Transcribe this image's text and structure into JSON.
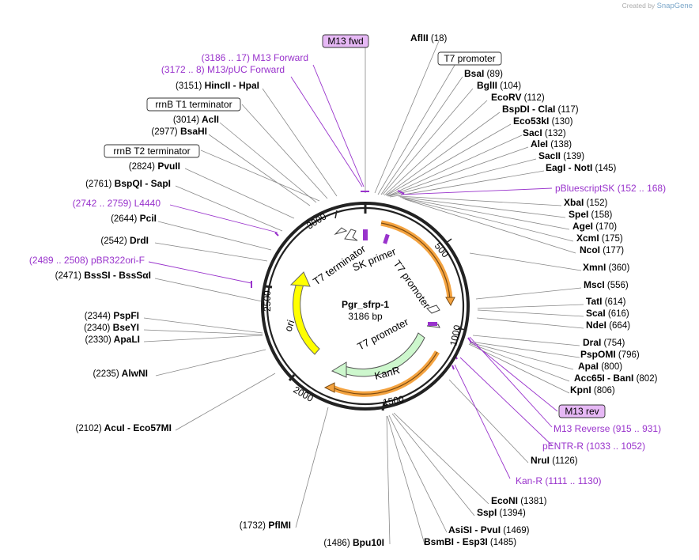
{
  "credit": {
    "prefix": "Created by",
    "brand": "SnapGene"
  },
  "plasmid": {
    "name": "Pgr_sfrp-1",
    "length": "3186 bp"
  },
  "ticks": [
    "500",
    "1000",
    "1500",
    "2000",
    "2500",
    "3000"
  ],
  "features": {
    "t7_terminator": "T7 terminator",
    "sk_primer": "SK primer",
    "t7_promoter_top": "T7 promoter",
    "t7_promoter_bottom": "T7 promoter",
    "ori": "ori",
    "kanr": "KanR"
  },
  "boxed": {
    "m13_fwd": "M13 fwd",
    "t7_promoter": "T7 promoter",
    "rrnb_t1": "rrnB T1 terminator",
    "rrnb_t2": "rrnB T2 terminator",
    "m13_rev": "M13 rev"
  },
  "colors": {
    "primer": "#9933cc",
    "orange": "#f4a340",
    "yellow": "#ffff00",
    "green": "#cdf7cd",
    "ring": "#222222"
  },
  "left_sites": [
    {
      "pos": "(3151)",
      "enz": "HincII",
      "sep": "-",
      "enz2": "HpaI"
    },
    {
      "pos": "(3014)",
      "enz": "AclI",
      "sep": "",
      "enz2": ""
    },
    {
      "pos": "(2977)",
      "enz": "BsaHI",
      "sep": "",
      "enz2": ""
    },
    {
      "pos": "(2824)",
      "enz": "PvuII",
      "sep": "",
      "enz2": ""
    },
    {
      "pos": "(2761)",
      "enz": "BspQI",
      "sep": "-",
      "enz2": "SapI"
    },
    {
      "pos": "(2644)",
      "enz": "PciI",
      "sep": "",
      "enz2": ""
    },
    {
      "pos": "(2542)",
      "enz": "DrdI",
      "sep": "",
      "enz2": ""
    },
    {
      "pos": "(2471)",
      "enz": "BssSI",
      "sep": "-",
      "enz2": "BssSαI"
    },
    {
      "pos": "(2344)",
      "enz": "PspFI",
      "sep": "",
      "enz2": ""
    },
    {
      "pos": "(2340)",
      "enz": "BseYI",
      "sep": "",
      "enz2": ""
    },
    {
      "pos": "(2330)",
      "enz": "ApaLI",
      "sep": "",
      "enz2": ""
    },
    {
      "pos": "(2235)",
      "enz": "AlwNI",
      "sep": "",
      "enz2": ""
    },
    {
      "pos": "(2102)",
      "enz": "AcuI",
      "sep": "-",
      "enz2": "Eco57MI"
    },
    {
      "pos": "(1732)",
      "enz": "PflMI",
      "sep": "",
      "enz2": ""
    },
    {
      "pos": "(1486)",
      "enz": "Bpu10I",
      "sep": "",
      "enz2": ""
    }
  ],
  "left_primers": [
    {
      "range": "(3186 .. 17)",
      "name": "M13 Forward"
    },
    {
      "range": "(3172 .. 8)",
      "name": "M13/pUC Forward"
    },
    {
      "range": "(2742 .. 2759)",
      "name": "L4440"
    },
    {
      "range": "(2489 .. 2508)",
      "name": "pBR322ori-F"
    }
  ],
  "right_sites": [
    {
      "enz": "AflII",
      "sep": "",
      "enz2": "",
      "pos": "(18)"
    },
    {
      "enz": "BsaI",
      "sep": "",
      "enz2": "",
      "pos": "(89)"
    },
    {
      "enz": "BglII",
      "sep": "",
      "enz2": "",
      "pos": "(104)"
    },
    {
      "enz": "EcoRV",
      "sep": "",
      "enz2": "",
      "pos": "(112)"
    },
    {
      "enz": "BspDI",
      "sep": "-",
      "enz2": "ClaI",
      "pos": "(117)"
    },
    {
      "enz": "Eco53kI",
      "sep": "",
      "enz2": "",
      "pos": "(130)"
    },
    {
      "enz": "SacI",
      "sep": "",
      "enz2": "",
      "pos": "(132)"
    },
    {
      "enz": "AleI",
      "sep": "",
      "enz2": "",
      "pos": "(138)"
    },
    {
      "enz": "SacII",
      "sep": "",
      "enz2": "",
      "pos": "(139)"
    },
    {
      "enz": "EagI",
      "sep": "-",
      "enz2": "NotI",
      "pos": "(145)"
    },
    {
      "enz": "XbaI",
      "sep": "",
      "enz2": "",
      "pos": "(152)"
    },
    {
      "enz": "SpeI",
      "sep": "",
      "enz2": "",
      "pos": "(158)"
    },
    {
      "enz": "AgeI",
      "sep": "",
      "enz2": "",
      "pos": "(170)"
    },
    {
      "enz": "XcmI",
      "sep": "",
      "enz2": "",
      "pos": "(175)"
    },
    {
      "enz": "NcoI",
      "sep": "",
      "enz2": "",
      "pos": "(177)"
    },
    {
      "enz": "XmnI",
      "sep": "",
      "enz2": "",
      "pos": "(360)"
    },
    {
      "enz": "MscI",
      "sep": "",
      "enz2": "",
      "pos": "(556)"
    },
    {
      "enz": "TatI",
      "sep": "",
      "enz2": "",
      "pos": "(614)"
    },
    {
      "enz": "ScaI",
      "sep": "",
      "enz2": "",
      "pos": "(616)"
    },
    {
      "enz": "NdeI",
      "sep": "",
      "enz2": "",
      "pos": "(664)"
    },
    {
      "enz": "DraI",
      "sep": "",
      "enz2": "",
      "pos": "(754)"
    },
    {
      "enz": "PspOMI",
      "sep": "",
      "enz2": "",
      "pos": "(796)"
    },
    {
      "enz": "ApaI",
      "sep": "",
      "enz2": "",
      "pos": "(800)"
    },
    {
      "enz": "Acc65I",
      "sep": "-",
      "enz2": "BanI",
      "pos": "(802)"
    },
    {
      "enz": "KpnI",
      "sep": "",
      "enz2": "",
      "pos": "(806)"
    },
    {
      "enz": "NruI",
      "sep": "",
      "enz2": "",
      "pos": "(1126)"
    },
    {
      "enz": "EcoNI",
      "sep": "",
      "enz2": "",
      "pos": "(1381)"
    },
    {
      "enz": "SspI",
      "sep": "",
      "enz2": "",
      "pos": "(1394)"
    },
    {
      "enz": "AsiSI",
      "sep": "-",
      "enz2": "PvuI",
      "pos": "(1469)"
    },
    {
      "enz": "BsmBI",
      "sep": "-",
      "enz2": "Esp3I",
      "pos": "(1485)"
    }
  ],
  "right_primers": [
    {
      "name": "pBluescriptSK",
      "range": "(152 .. 168)"
    },
    {
      "name": "M13 Reverse",
      "range": "(915 .. 931)"
    },
    {
      "name": "pENTR-R",
      "range": "(1033 .. 1052)"
    },
    {
      "name": "Kan-R",
      "range": "(1111 .. 1130)"
    }
  ]
}
